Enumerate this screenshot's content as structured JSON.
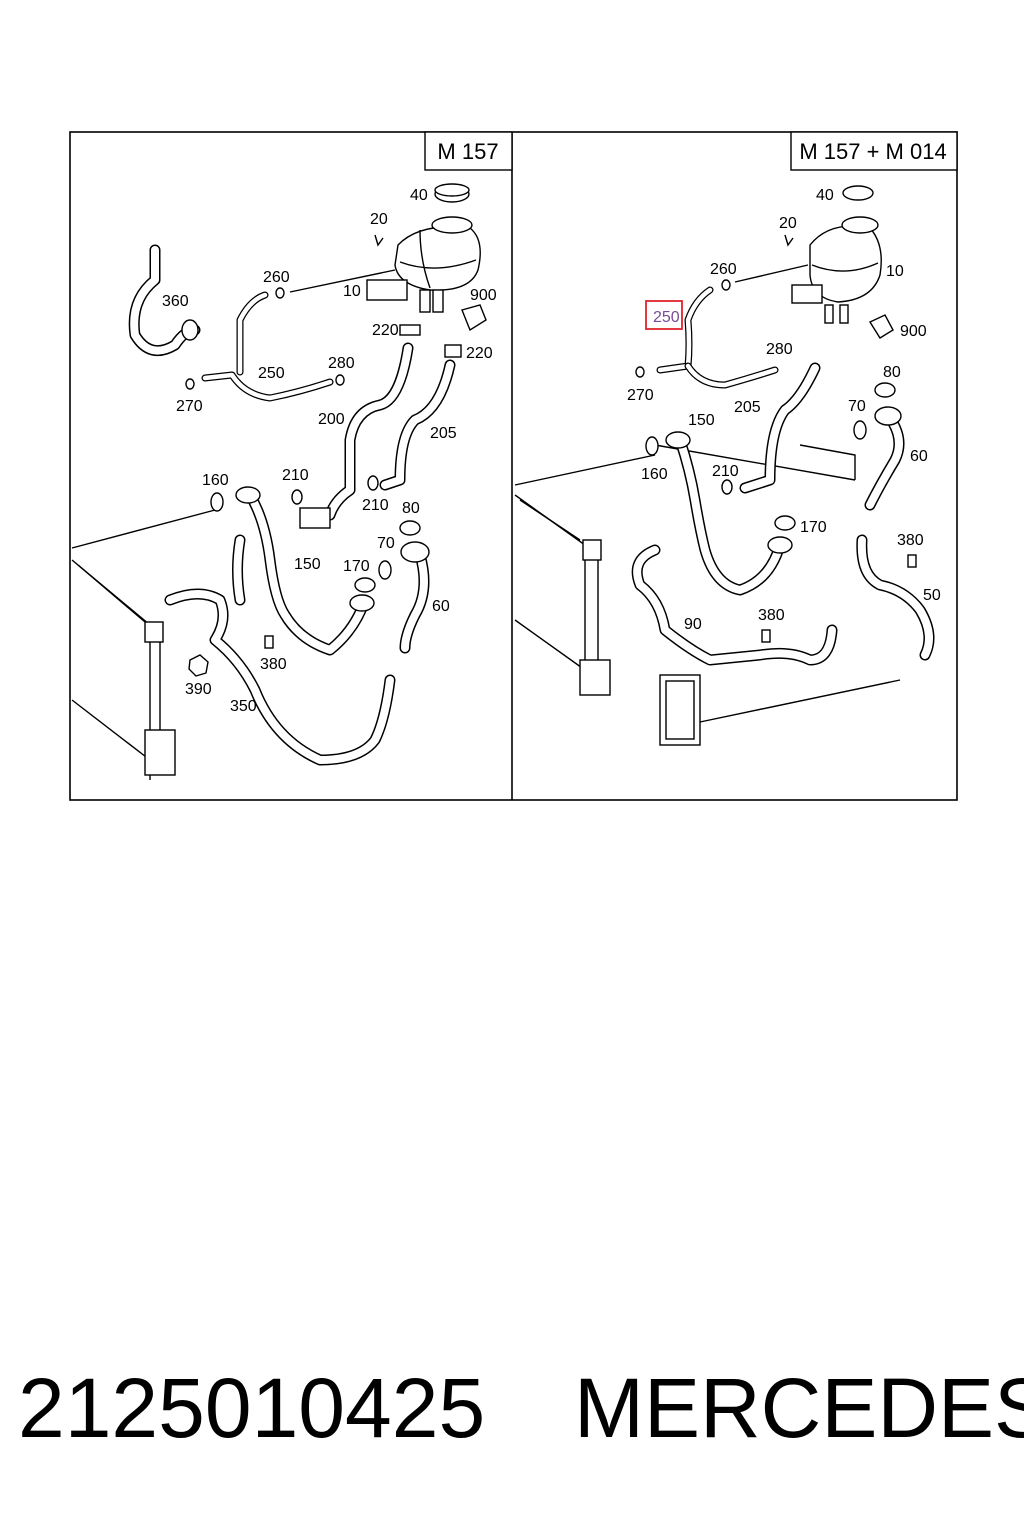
{
  "panels": {
    "left": {
      "title": "M 157",
      "callouts": [
        "40",
        "20",
        "10",
        "260",
        "360",
        "900",
        "220",
        "220",
        "280",
        "250",
        "270",
        "200",
        "205",
        "160",
        "210",
        "210",
        "80",
        "150",
        "170",
        "70",
        "60",
        "380",
        "390",
        "350"
      ]
    },
    "right": {
      "title": "M 157 + M 014",
      "callouts": [
        "40",
        "20",
        "10",
        "260",
        "900",
        "250",
        "280",
        "270",
        "80",
        "205",
        "70",
        "150",
        "160",
        "210",
        "60",
        "170",
        "380",
        "50",
        "90",
        "380"
      ],
      "highlighted_callout": "250"
    }
  },
  "caption": {
    "part_number": "2125010425",
    "brand": "MERCEDES"
  },
  "colors": {
    "highlight_box": "#e0242c",
    "line": "#000000"
  }
}
